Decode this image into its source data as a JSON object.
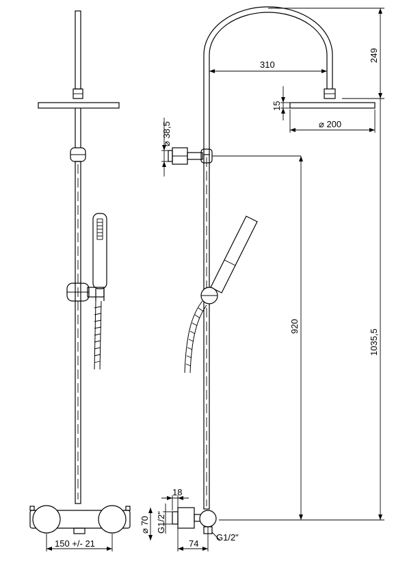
{
  "dimensions": {
    "arm_reach": "310",
    "arm_height": "249",
    "head_thickness": "15",
    "head_diameter": "⌀ 200",
    "wall_bracket_diameter": "⌀ 38,5",
    "slide_height": "920",
    "total_height": "1035,5",
    "mixer_depth": "18",
    "mixer_body_diameter": "⌀ 70",
    "mixer_inlet_thread": "G1/2\"",
    "outlet_thread": "G1/2\"",
    "mixer_offset": "74",
    "centres": "150 +/- 21"
  }
}
